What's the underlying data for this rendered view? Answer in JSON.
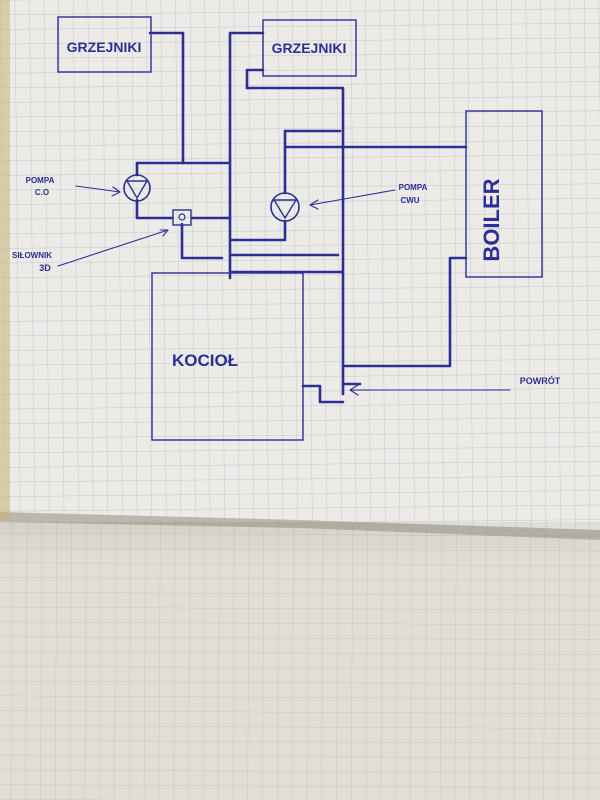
{
  "diagram": {
    "colors": {
      "paper_top": "#ecebe7",
      "paper_bottom": "#e3ded4",
      "grid": "#b9b7c2",
      "ink": "#2b2f93",
      "shadow": "#8a8578"
    },
    "labels": {
      "radiators_left": "GRZEJNIKI",
      "radiators_right": "GRZEJNIKI",
      "pump_co_line1": "POMPA",
      "pump_co_line2": "C.O",
      "pump_cwu_line1": "POMPA",
      "pump_cwu_line2": "CWU",
      "actuator_line1": "SIŁOWNIK",
      "actuator_line2": "3D",
      "boiler": "BOILER",
      "furnace": "KOCIOŁ",
      "return": "POWRÓT"
    }
  }
}
